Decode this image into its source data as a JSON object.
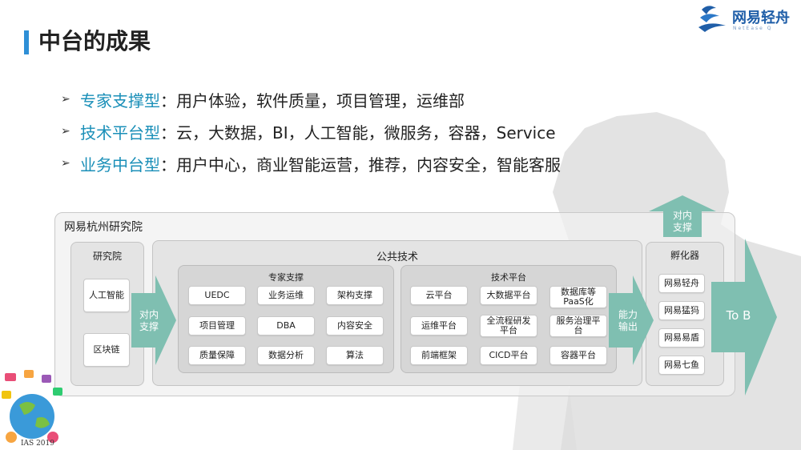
{
  "slide": {
    "title": "中台的成果"
  },
  "logo": {
    "name": "网易轻舟",
    "subtitle": "NetEase Q"
  },
  "bullets": [
    {
      "key": "专家支撑型",
      "value": "：用户体验，软件质量，项目管理，运维部"
    },
    {
      "key": "技术平台型",
      "value": "：云，大数据，BI，人工智能，微服务，容器，Service"
    },
    {
      "key": "业务中台型",
      "value": "：用户中心，商业智能运营，推荐，内容安全，智能客服"
    }
  ],
  "diagram": {
    "outer_title": "网易杭州研究院",
    "research": {
      "title": "研究院",
      "items": [
        "人工智能",
        "区块链"
      ]
    },
    "arrow_in": "对内\n支撑",
    "public_tech": {
      "title": "公共技术",
      "expert": {
        "title": "专家支撑",
        "items": [
          "UEDC",
          "业务运维",
          "架构支撑",
          "项目管理",
          "DBA",
          "内容安全",
          "质量保障",
          "数据分析",
          "算法"
        ]
      },
      "platform": {
        "title": "技术平台",
        "items": [
          "云平台",
          "大数据平台",
          "数据库等\nPaaS化",
          "运维平台",
          "全流程研发\n平台",
          "服务治理平\n台",
          "前端框架",
          "CICD平台",
          "容器平台"
        ]
      }
    },
    "arrow_out": "能力\n输出",
    "incubator": {
      "title": "孵化器",
      "items": [
        "网易轻舟",
        "网易猛犸",
        "网易易盾",
        "网易七鱼"
      ]
    },
    "arrow_up": "对内\n支撑",
    "arrow_right": "To B"
  },
  "footer": {
    "event": "IAS 2019"
  },
  "colors": {
    "accent_bar": "#2e8fd6",
    "bullet_key": "#1a8fb8",
    "arrow_fill": "#7fbfb1",
    "logo_blue": "#1f5ea8"
  }
}
